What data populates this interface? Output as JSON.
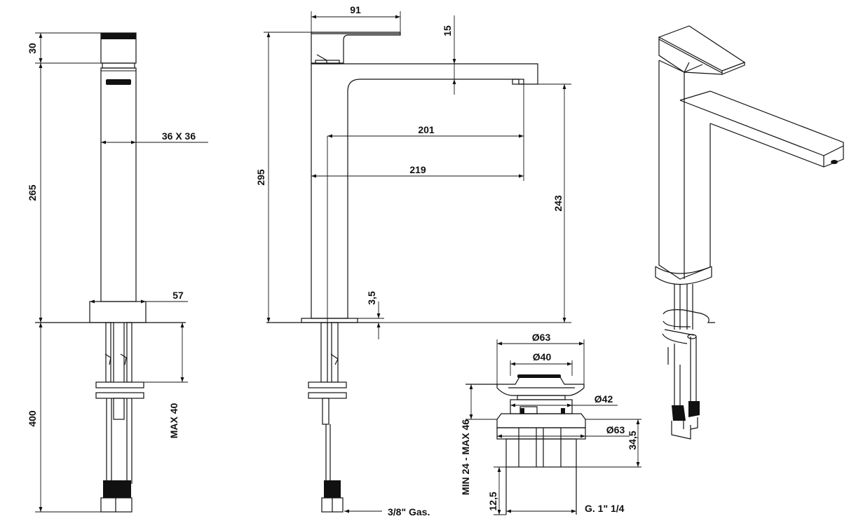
{
  "front_view": {
    "dims": {
      "handle_height": "30",
      "body_height": "265",
      "body_section": "36 X 36",
      "base_width": "57",
      "hose_length": "400",
      "max_counter": "MAX 40"
    }
  },
  "side_view": {
    "dims": {
      "lever_length": "91",
      "lever_height": "15",
      "reach_inner": "201",
      "reach_total": "219",
      "total_height": "295",
      "spout_height": "243",
      "base_thickness": "3,5"
    },
    "connection_label": "3/8\" Gas."
  },
  "waste_view": {
    "dims": {
      "flange_diameter": "Ø63",
      "plug_diameter": "Ø40",
      "hole_diameter": "Ø42",
      "nut_diameter": "Ø63",
      "nut_height": "34,5",
      "thread_length": "12,5",
      "thickness_range": "MIN 24 - MAX 46"
    },
    "thread_label": "G. 1\" 1/4"
  }
}
